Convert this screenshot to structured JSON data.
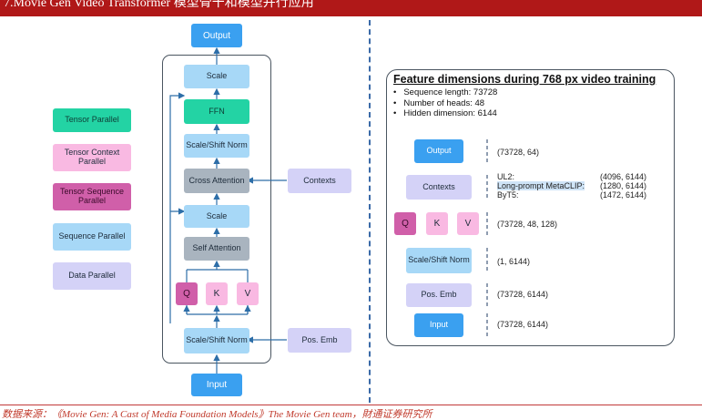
{
  "header": {
    "title": "7.Movie Gen Video Transformer 模型骨干和模型并行应用"
  },
  "footer": {
    "source": "数据来源：《Movie Gen: A Cast of Media Foundation Models》The Movie Gen team，財通证券研究所"
  },
  "legend": [
    {
      "label": "Tensor Parallel",
      "color": "#23d3a4"
    },
    {
      "label": "Tensor Context Parallel",
      "color": "#f9b9e2"
    },
    {
      "label": "Tensor Sequence Parallel",
      "color": "#d05fa9"
    },
    {
      "label": "Sequence Parallel",
      "color": "#a7d8f7"
    },
    {
      "label": "Data Parallel",
      "color": "#d4d2f7"
    }
  ],
  "backbone": {
    "output": "Output",
    "scale_top": "Scale",
    "ffn": "FFN",
    "scale_shift_norm_top": "Scale/Shift Norm",
    "cross_attention": "Cross Attention",
    "scale_mid": "Scale",
    "self_attention": "Self Attention",
    "q": "Q",
    "k": "K",
    "v": "V",
    "scale_shift_norm_bottom": "Scale/Shift Norm",
    "input": "Input",
    "contexts": "Contexts",
    "pos_emb": "Pos. Emb"
  },
  "features": {
    "title": "Feature dimensions during 768 px video training",
    "bullets": [
      "Sequence length: 73728",
      "Number of heads: 48",
      "Hidden dimension: 6144"
    ],
    "rows": {
      "output": {
        "label": "Output",
        "dim": "(73728, 64)"
      },
      "contexts": {
        "label": "Contexts",
        "entries": [
          {
            "name": "UL2:",
            "dim": "(4096, 6144)"
          },
          {
            "name": "Long-prompt MetaCLIP:",
            "dim": "(1280, 6144)"
          },
          {
            "name": "ByT5:",
            "dim": "(1472, 6144)"
          }
        ]
      },
      "qkv": {
        "q": "Q",
        "k": "K",
        "v": "V",
        "dim": "(73728, 48, 128)"
      },
      "norm": {
        "label": "Scale/Shift Norm",
        "dim": "(1, 6144)"
      },
      "pos_emb": {
        "label": "Pos. Emb",
        "dim": "(73728, 6144)"
      },
      "input": {
        "label": "Input",
        "dim": "(73728, 6144)"
      }
    }
  }
}
